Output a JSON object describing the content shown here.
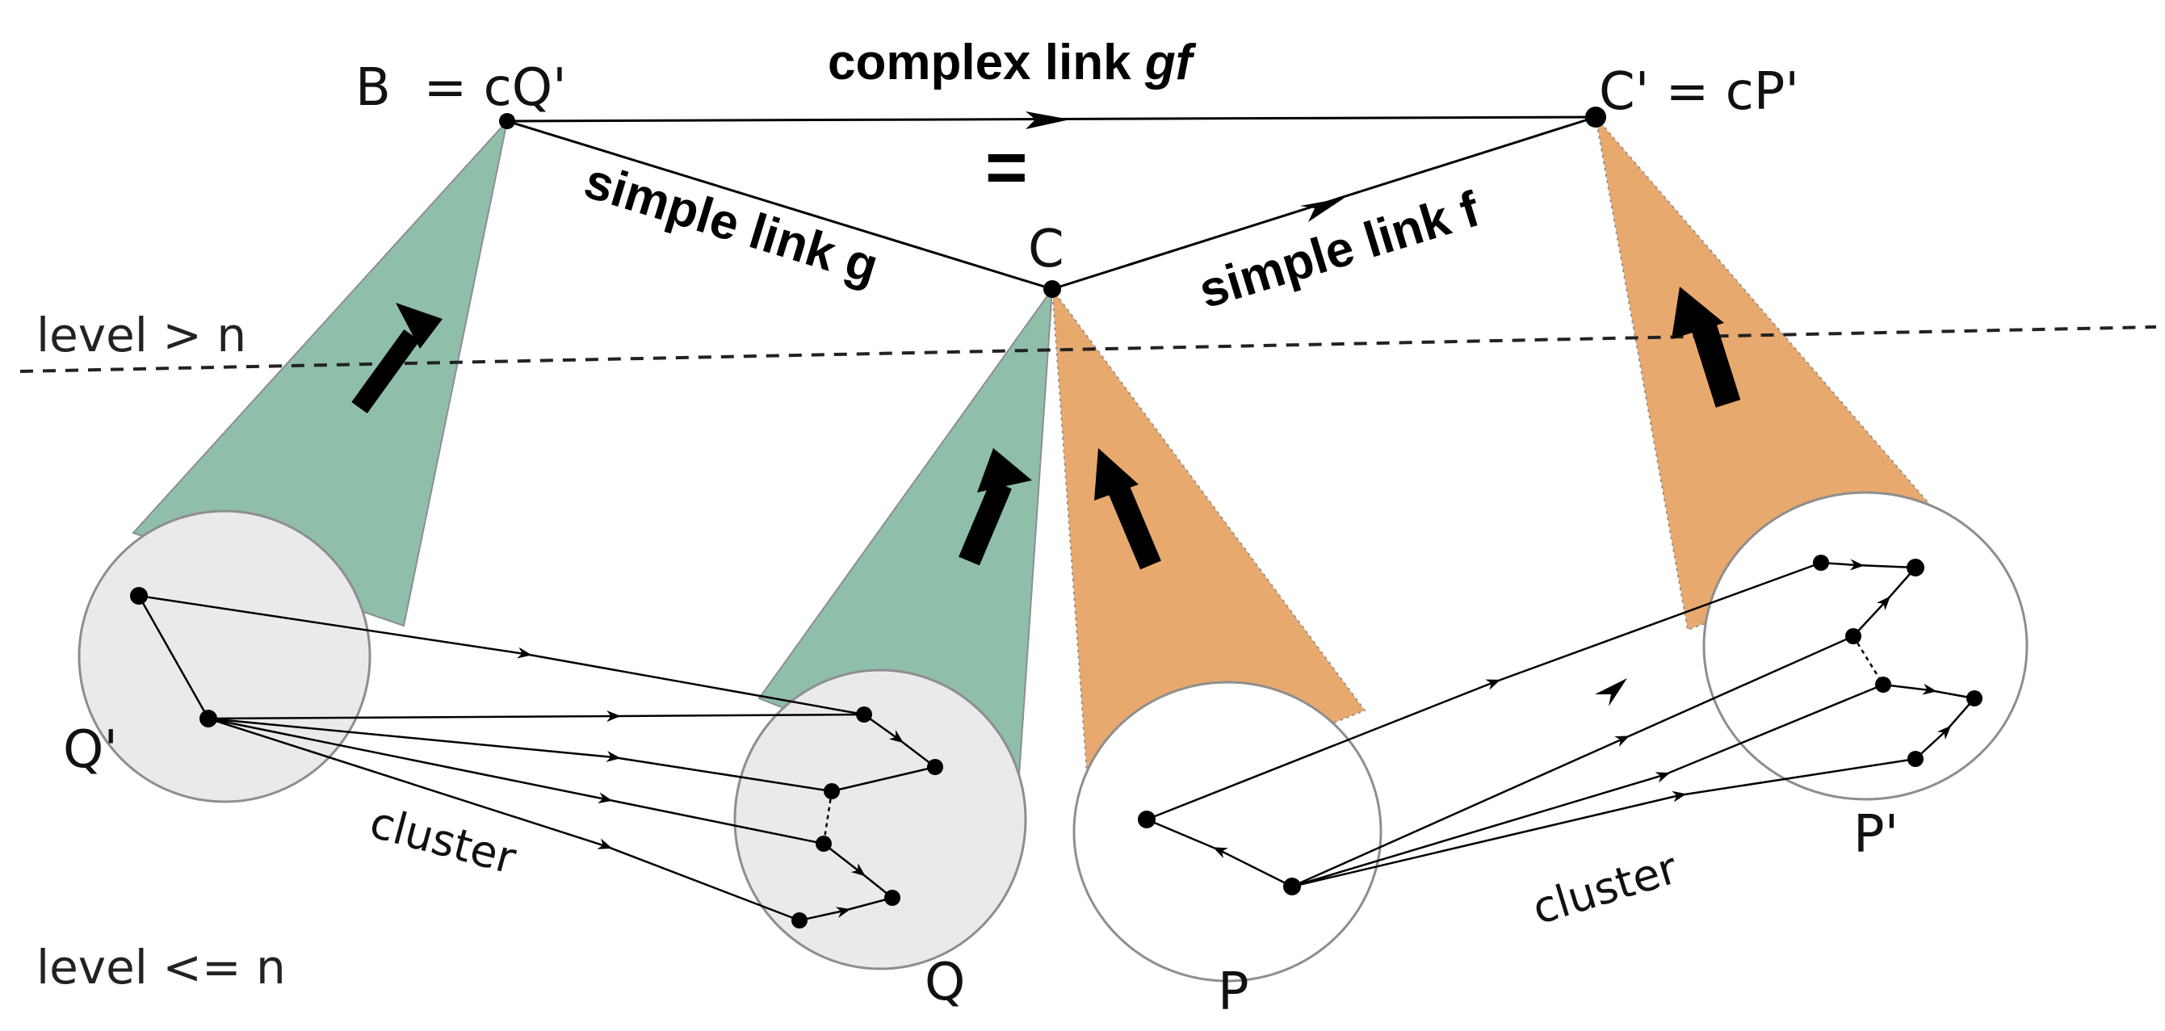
{
  "colors": {
    "green_cone": "#8fbfaa",
    "orange_cone": "#e8a96f",
    "disk_fill": "#eaeaea",
    "disk_stroke": "#8e8e8e",
    "line": "#000000",
    "dashed_level": "#222222"
  },
  "labels": {
    "node_b": "B  = cQ'",
    "node_c_prime": "C' = cP'",
    "node_c": "C",
    "complex_link": "complex link ",
    "complex_link_italic": "gf",
    "equals": "=",
    "simple_link_g": "simple link g",
    "simple_link_f": "simple link f",
    "level_above": "level > n",
    "level_below": "level <= n",
    "q_prime": "Q'",
    "q": "Q",
    "p": "P",
    "p_prime": "P'",
    "cluster_left": "cluster",
    "cluster_right": "cluster"
  }
}
